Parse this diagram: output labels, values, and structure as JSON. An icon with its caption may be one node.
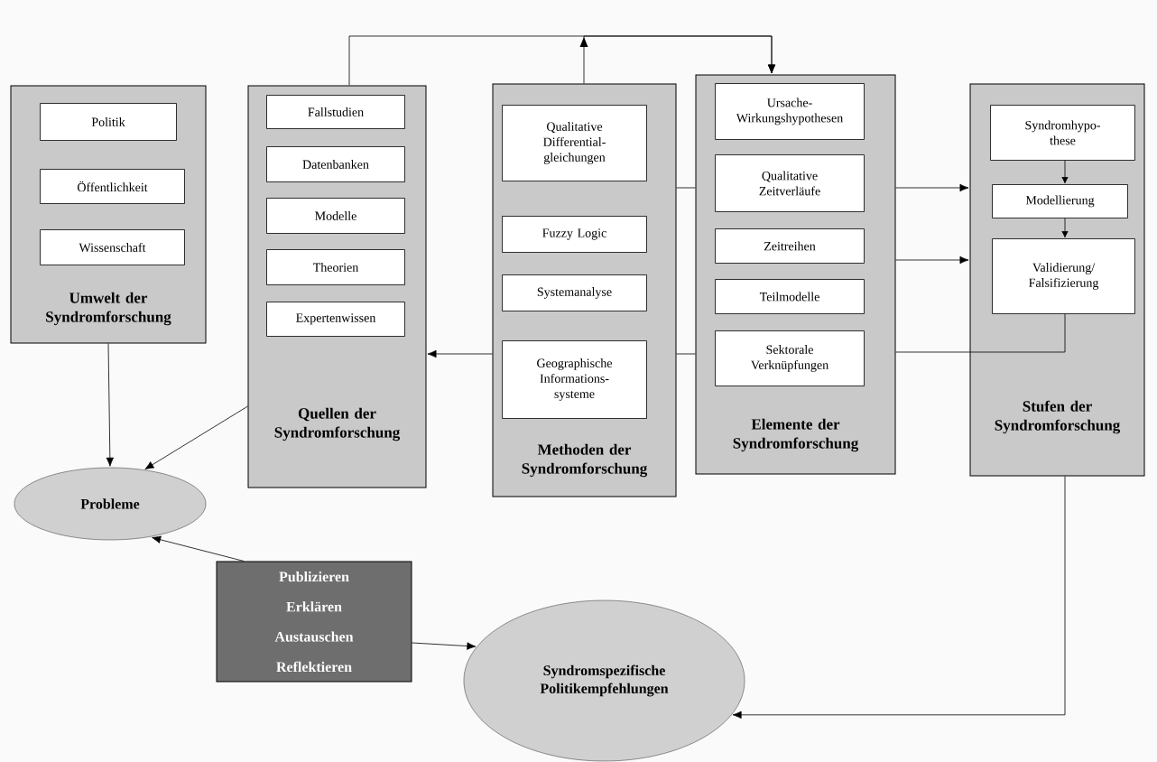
{
  "diagram": {
    "nodes": [
      {
        "text": [
          "Umwelt der Syndromforschung"
        ]
      },
      {
        "text": [
          "Politik"
        ],
        "in": 0
      },
      {
        "text": [
          "Öffentlichkeit"
        ],
        "in": 0
      },
      {
        "text": [
          "Wissenschaft"
        ],
        "in": 0
      },
      {
        "text": [
          "Quellen der Syndromforschung"
        ]
      },
      {
        "text": [
          "Fallstudien"
        ],
        "in": 4
      },
      {
        "text": [
          "Datenbanken"
        ],
        "in": 4
      },
      {
        "text": [
          "Modelle"
        ],
        "in": 4
      },
      {
        "text": [
          "Theorien"
        ],
        "in": 4
      },
      {
        "text": [
          "Expertenwissen"
        ],
        "in": 4
      },
      {
        "text": [
          "Methoden der Syndromforschung"
        ]
      },
      {
        "text": [
          "Qualitative Differential-gleichungen"
        ],
        "in": 10
      },
      {
        "text": [
          "Fuzzy Logic"
        ],
        "in": 10
      },
      {
        "text": [
          "Systemanalyse"
        ],
        "in": 10
      },
      {
        "text": [
          "Geographische Informations-systeme"
        ],
        "in": 10
      },
      {
        "text": [
          "Elemente der Syndromforschung"
        ]
      },
      {
        "text": [
          "Ursache-Wirkungshypothesen"
        ],
        "in": 15
      },
      {
        "text": [
          "Qualitative Zeitverläufe"
        ],
        "in": 15
      },
      {
        "text": [
          "Zeitreihen"
        ],
        "in": 15
      },
      {
        "text": [
          "Teilmodelle"
        ],
        "in": 15
      },
      {
        "text": [
          "Sektorale Verknüpfungen"
        ],
        "in": 15
      },
      {
        "text": [
          "Stufen der Syndromforschung"
        ]
      },
      {
        "text": [
          "Syndromhypo-these"
        ],
        "in": 21
      },
      {
        "text": [
          "Modellierung"
        ],
        "in": 21
      },
      {
        "text": [
          "Validierung/ Falsifizierung"
        ],
        "in": 21
      },
      {
        "text": [
          "Probleme"
        ]
      },
      {
        "text": [
          "Publizieren",
          "Erklären",
          "Austauschen",
          "Reflektieren"
        ]
      },
      {
        "text": [
          "Syndromspezifische Politikempfehlungen"
        ]
      }
    ],
    "edges": [
      {
        "from": 4,
        "to": 15,
        "arrow": "to"
      },
      {
        "from": 10,
        "to": 15,
        "arrow": "to"
      },
      {
        "from": 10,
        "to": 15,
        "arrow": "none"
      },
      {
        "from": 10,
        "to": 4,
        "arrow": "to"
      },
      {
        "from": 10,
        "to": 15,
        "arrow": "none"
      },
      {
        "from": 15,
        "to": 21,
        "arrow": "to"
      },
      {
        "from": 15,
        "to": 21,
        "arrow": "to"
      },
      {
        "from": 24,
        "to": 15,
        "arrow": "none"
      },
      {
        "from": 22,
        "to": 23,
        "arrow": "to"
      },
      {
        "from": 23,
        "to": 24,
        "arrow": "to"
      },
      {
        "from": 0,
        "to": 25,
        "arrow": "to"
      },
      {
        "from": 4,
        "to": 25,
        "arrow": "to"
      },
      {
        "from": 26,
        "to": 25,
        "arrow": "to"
      },
      {
        "from": 26,
        "to": 27,
        "arrow": "to"
      },
      {
        "from": 21,
        "to": 27,
        "arrow": "to"
      }
    ]
  }
}
